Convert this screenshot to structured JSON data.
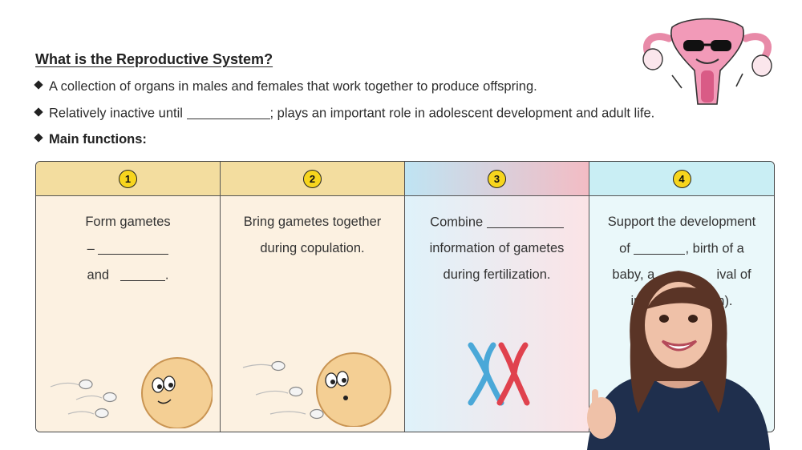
{
  "title": "What is the Reproductive System?",
  "bullets": {
    "b1": "A collection of organs in males and females that work together to produce offspring.",
    "b2_before": "Relatively inactive until",
    "b2_after": "; plays an important role in adolescent development and adult life.",
    "b3": "Main functions:"
  },
  "columns": [
    {
      "number": "1",
      "line1": "Form gametes",
      "line2_prefix": "–",
      "line3_prefix": "and",
      "line3_suffix": "."
    },
    {
      "number": "2",
      "line1": "Bring gametes together",
      "line2": "during copulation."
    },
    {
      "number": "3",
      "line1_prefix": "Combine",
      "line2": "information of gametes",
      "line3": "during fertilization."
    },
    {
      "number": "4",
      "line1": "Support the development",
      "line2_prefix": "of",
      "line2_suffix": ", birth of a",
      "line3_left": "baby, a",
      "line3_right": "ival of",
      "line4_left": "infa",
      "line4_right": "n)."
    }
  ],
  "colors": {
    "header_warm": "#f3dd9f",
    "body_warm": "#fcf1e1",
    "header_cool": "#c9eef4",
    "chromosome_blue": "#4aa8d8",
    "chromosome_red": "#e0424e",
    "number_badge": "#f7d51d"
  },
  "icons": [
    "sperm-and-egg-illustration",
    "chromosome-illustration",
    "uterus-mascot-illustration",
    "presenter-video"
  ]
}
